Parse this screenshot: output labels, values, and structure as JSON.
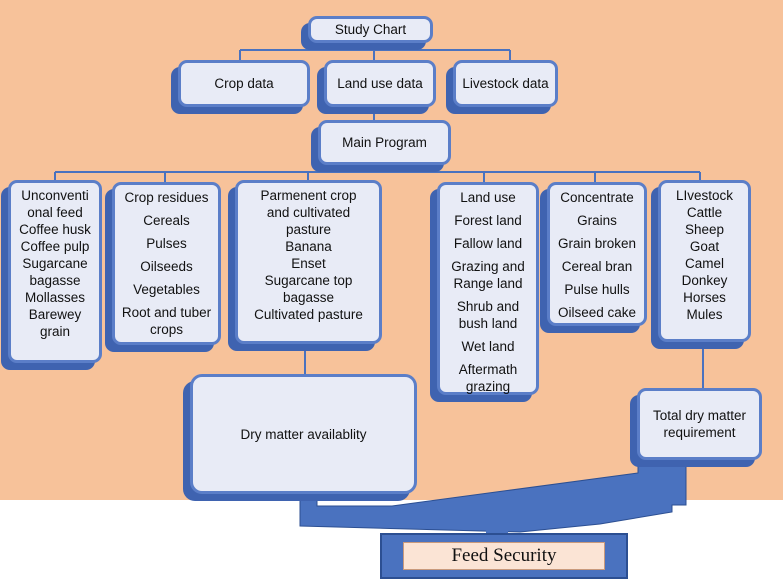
{
  "study_chart": "Study Chart",
  "inputs": [
    "Crop data",
    "Land use data",
    "Livestock data"
  ],
  "main_program": "Main Program",
  "unconventional": [
    "Unconventi",
    "onal feed",
    "Coffee husk",
    "Coffee pulp",
    "Sugarcane",
    "bagasse",
    "Mollasses",
    "Barewey",
    "grain"
  ],
  "crop_residues": [
    "Crop residues",
    "Cereals",
    "Pulses",
    "Oilseeds",
    "Vegetables",
    "Root and tuber",
    "crops"
  ],
  "permanent_crop": [
    "Parmenent crop",
    "and cultivated",
    "pasture",
    "Banana",
    "Enset",
    "Sugarcane top bagasse",
    "Cultivated pasture"
  ],
  "land_use": [
    "Land use",
    "Forest land",
    "Fallow land",
    "Grazing and",
    "Range land",
    "Shrub and",
    "bush land",
    "Wet land",
    "Aftermath",
    "grazing"
  ],
  "concentrate": [
    "Concentrate",
    "Grains",
    "Grain broken",
    "Cereal bran",
    "Pulse hulls",
    "Oilseed cake"
  ],
  "livestock": [
    "LIvestock",
    "Cattle",
    "Sheep",
    "Goat",
    "Camel",
    "Donkey",
    "Horses",
    "Mules"
  ],
  "dry_matter_availability": "Dry matter availablity",
  "total_dry_matter": [
    "Total dry matter",
    "requirement"
  ],
  "feed_security": "Feed Security",
  "colors": {
    "background": "#f7c29a",
    "box_fill": "#e8ebf6",
    "box_border": "#5b7ec8",
    "connector": "#4a72bf",
    "feed_fill": "#fbe4d5"
  }
}
